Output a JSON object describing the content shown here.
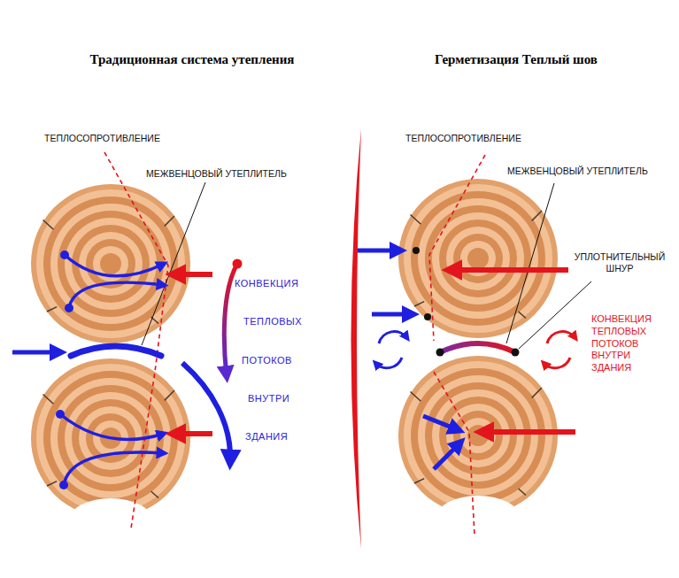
{
  "diagram": {
    "labels": [
      "Традиционная система утепления",
      "Герметизация Теплый шов",
      "ТЕПЛОСОПРОТИВЛЕНИЕ",
      "МЕЖВЕНЦОВЫЙ УТЕПЛИТЕЛЬ",
      "КОНВЕКЦИЯ",
      "ТЕПЛОВЫХ",
      "ПОТОКОВ",
      "ВНУТРИ",
      "ЗДАНИЯ",
      "ТЕПЛОСОПРОТИВЛЕНИЕ",
      "МЕЖВЕНЦОВЫЙ УТЕПЛИТЕЛЬ",
      "УПЛОТНИТЕЛЬНЫЙ ШНУР",
      "КОНВЕКЦИЯ ТЕПЛОВЫХ ПОТОКОВ ВНУТРИ ЗДАНИЯ"
    ]
  }
}
